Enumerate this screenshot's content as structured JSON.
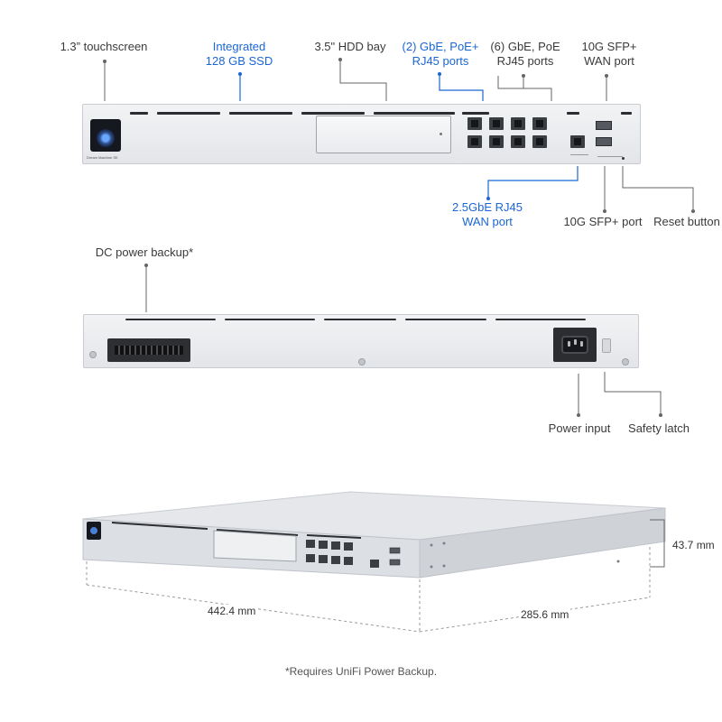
{
  "front": {
    "callouts": [
      {
        "id": "touchscreen",
        "text": "1.3” touchscreen",
        "color": "#3a3a3a"
      },
      {
        "id": "ssd",
        "text": "Integrated\n128 GB SSD",
        "color": "#1a66d6"
      },
      {
        "id": "hdd",
        "text": "3.5\" HDD bay",
        "color": "#3a3a3a"
      },
      {
        "id": "poe",
        "text": "(2) GbE, PoE+\nRJ45 ports",
        "color": "#1a66d6"
      },
      {
        "id": "gbe",
        "text": "(6) GbE, PoE\nRJ45 ports",
        "color": "#3a3a3a"
      },
      {
        "id": "sfp_wan",
        "text": "10G SFP+\nWAN port",
        "color": "#3a3a3a"
      },
      {
        "id": "wan25",
        "text": "2.5GbE RJ45\nWAN port",
        "color": "#1a66d6"
      },
      {
        "id": "sfp",
        "text": "10G SFP+ port",
        "color": "#3a3a3a"
      },
      {
        "id": "reset",
        "text": "Reset button",
        "color": "#3a3a3a"
      }
    ],
    "device_brand": "Dream Machine SE"
  },
  "rear": {
    "callouts": [
      {
        "id": "dc",
        "text": "DC power backup*",
        "color": "#3a3a3a"
      },
      {
        "id": "power",
        "text": "Power input",
        "color": "#3a3a3a"
      },
      {
        "id": "latch",
        "text": "Safety latch",
        "color": "#3a3a3a"
      }
    ]
  },
  "dimensions": {
    "height": "43.7 mm",
    "width": "442.4 mm",
    "depth": "285.6 mm"
  },
  "footnote": "*Requires UniFi Power Backup."
}
